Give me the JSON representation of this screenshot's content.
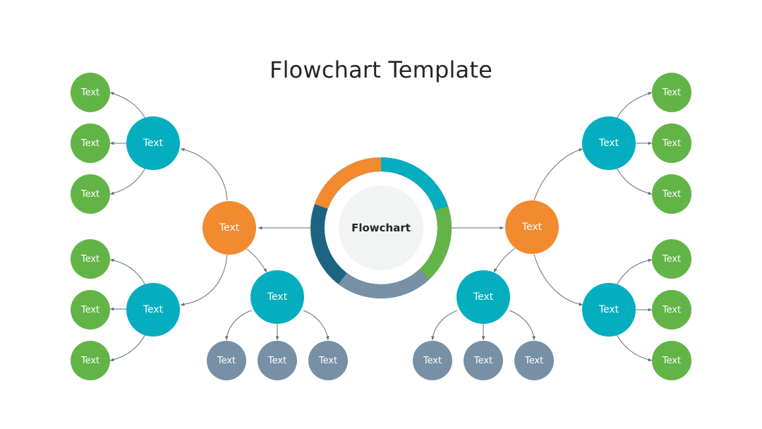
{
  "title": "Flowchart Template",
  "center": {
    "label": "Flowchart"
  },
  "node_label": "Text",
  "colors": {
    "green": "#62b446",
    "teal": "#04aebf",
    "orange": "#f28a30",
    "slate": "#7790a5",
    "ring_dark": "#1d6480",
    "ring_gray": "#7790a5",
    "connector": "#5e6e80",
    "center_fill": "#f2f3f3"
  }
}
